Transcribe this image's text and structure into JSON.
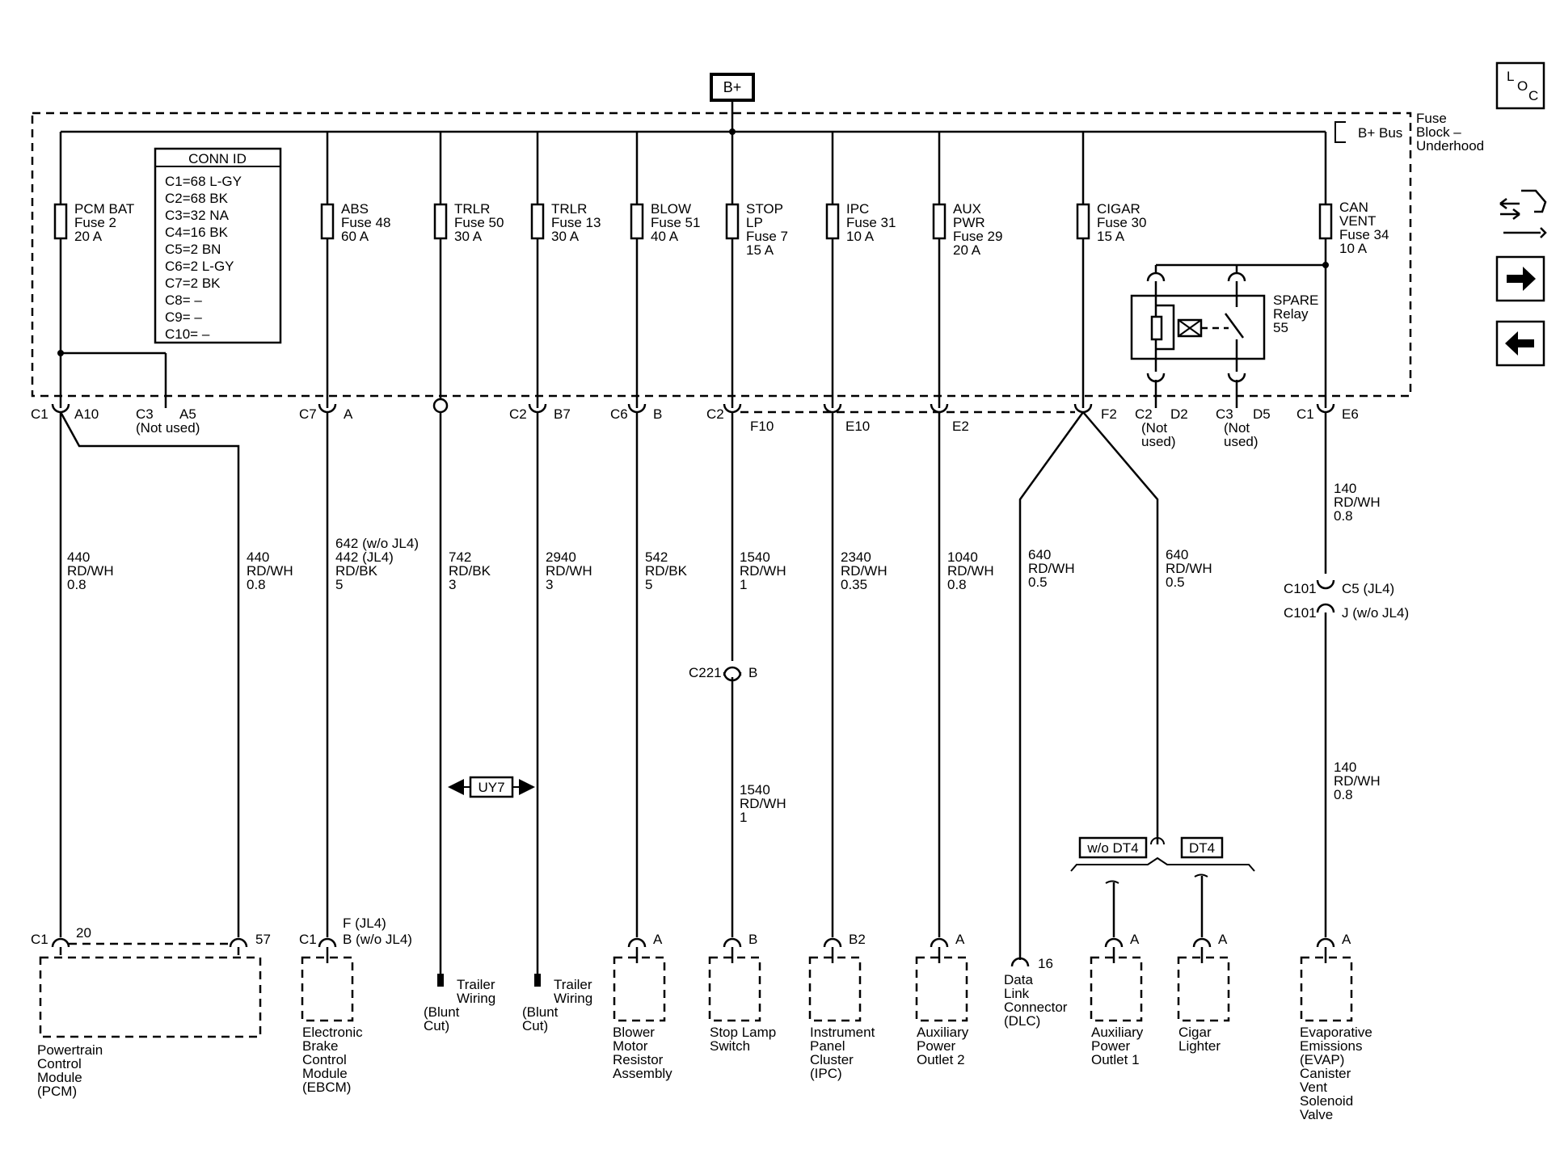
{
  "bplus_label": "B+",
  "fuse_block": {
    "bus_label": "B+ Bus",
    "title": [
      "Fuse",
      "Block –",
      "Underhood"
    ]
  },
  "conn_id": {
    "title": "CONN ID",
    "rows": [
      "C1=68 L-GY",
      "C2=68 BK",
      "C3=32 NA",
      "C4=16 BK",
      "C5=2 BN",
      "C6=2 L-GY",
      "C7=2 BK",
      "C8= –",
      "C9= –",
      "C10= –"
    ]
  },
  "fuses": [
    {
      "name": "PCM BAT",
      "lines": [
        "PCM BAT",
        "Fuse 2",
        "20 A"
      ]
    },
    {
      "name": "ABS",
      "lines": [
        "ABS",
        "Fuse 48",
        "60 A"
      ]
    },
    {
      "name": "TRLR-50",
      "lines": [
        "TRLR",
        "Fuse 50",
        "30 A"
      ]
    },
    {
      "name": "TRLR-13",
      "lines": [
        "TRLR",
        "Fuse 13",
        "30 A"
      ]
    },
    {
      "name": "BLOW",
      "lines": [
        "BLOW",
        "Fuse 51",
        "40 A"
      ]
    },
    {
      "name": "STOP LP",
      "lines": [
        "STOP",
        "LP",
        "Fuse 7",
        "15 A"
      ]
    },
    {
      "name": "IPC",
      "lines": [
        "IPC",
        "Fuse 31",
        "10 A"
      ]
    },
    {
      "name": "AUX PWR",
      "lines": [
        "AUX",
        "PWR",
        "Fuse 29",
        "20 A"
      ]
    },
    {
      "name": "CIGAR",
      "lines": [
        "CIGAR",
        "Fuse 30",
        "15 A"
      ]
    },
    {
      "name": "CAN VENT",
      "lines": [
        "CAN",
        "VENT",
        "Fuse 34",
        "10 A"
      ]
    }
  ],
  "relay": {
    "lines": [
      "SPARE",
      "Relay",
      "55"
    ]
  },
  "connector_labels": {
    "c1_a10": [
      "C1",
      "A10"
    ],
    "c3_a5": [
      "C3",
      "A5"
    ],
    "not_used": "(Not used)",
    "c7_a": [
      "C7",
      "A"
    ],
    "c2_b7": [
      "C2",
      "B7"
    ],
    "c6_b": [
      "C6",
      "B"
    ],
    "c2_f10": [
      "C2",
      "F10"
    ],
    "e10": "E10",
    "e2": "E2",
    "f2": "F2",
    "c2_d2": [
      "C2",
      "D2"
    ],
    "c3_d5": [
      "C3",
      "D5"
    ],
    "not_used_2": [
      "(Not",
      "used)"
    ],
    "c1_e6": [
      "C1",
      "E6"
    ]
  },
  "wires": [
    {
      "lines": [
        "440",
        "RD/WH",
        "0.8"
      ]
    },
    {
      "lines": [
        "440",
        "RD/WH",
        "0.8"
      ]
    },
    {
      "lines": [
        "642 (w/o JL4)",
        "442 (JL4)",
        "RD/BK",
        "5"
      ]
    },
    {
      "lines": [
        "742",
        "RD/BK",
        "3"
      ]
    },
    {
      "lines": [
        "2940",
        "RD/WH",
        "3"
      ]
    },
    {
      "lines": [
        "542",
        "RD/BK",
        "5"
      ]
    },
    {
      "lines": [
        "1540",
        "RD/WH",
        "1"
      ]
    },
    {
      "lines": [
        "2340",
        "RD/WH",
        "0.35"
      ]
    },
    {
      "lines": [
        "1040",
        "RD/WH",
        "0.8"
      ]
    },
    {
      "lines": [
        "640",
        "RD/WH",
        "0.5"
      ]
    },
    {
      "lines": [
        "640",
        "RD/WH",
        "0.5"
      ]
    },
    {
      "lines": [
        "140",
        "RD/WH",
        "0.8"
      ]
    },
    {
      "lines": [
        "1540",
        "RD/WH",
        "1"
      ]
    },
    {
      "lines": [
        "140",
        "RD/WH",
        "0.8"
      ]
    }
  ],
  "inline": {
    "c221": [
      "C221",
      "B"
    ],
    "c101_a": [
      "C101",
      "C5 (JL4)"
    ],
    "c101_b": [
      "C101",
      "J (w/o JL4)"
    ],
    "uy7": "UY7",
    "wo_dt4": "w/o DT4",
    "dt4": "DT4"
  },
  "components": [
    {
      "pins": [
        "C1",
        "20",
        "57"
      ],
      "lines": [
        "Powertrain",
        "Control",
        "Module",
        "(PCM)"
      ]
    },
    {
      "pins": [
        "F (JL4)",
        "C1",
        "B (w/o JL4)"
      ],
      "lines": [
        "Electronic",
        "Brake",
        "Control",
        "Module",
        "(EBCM)"
      ]
    },
    {
      "pins": [],
      "lines": [
        "Trailer",
        "Wiring",
        "(Blunt",
        "Cut)"
      ]
    },
    {
      "pins": [],
      "lines": [
        "Trailer",
        "Wiring",
        "(Blunt",
        "Cut)"
      ]
    },
    {
      "pins": [
        "A"
      ],
      "lines": [
        "Blower",
        "Motor",
        "Resistor",
        "Assembly"
      ]
    },
    {
      "pins": [
        "B"
      ],
      "lines": [
        "Stop Lamp",
        "Switch"
      ]
    },
    {
      "pins": [
        "B2"
      ],
      "lines": [
        "Instrument",
        "Panel",
        "Cluster",
        "(IPC)"
      ]
    },
    {
      "pins": [
        "A"
      ],
      "lines": [
        "Auxiliary",
        "Power",
        "Outlet 2"
      ]
    },
    {
      "pins": [
        "16"
      ],
      "lines": [
        "Data",
        "Link",
        "Connector",
        "(DLC)"
      ]
    },
    {
      "pins": [
        "A"
      ],
      "lines": [
        "Auxiliary",
        "Power",
        "Outlet 1"
      ]
    },
    {
      "pins": [
        "A"
      ],
      "lines": [
        "Cigar",
        "Lighter"
      ]
    },
    {
      "pins": [
        "A"
      ],
      "lines": [
        "Evaporative",
        "Emissions",
        "(EVAP)",
        "Canister",
        "Vent",
        "Solenoid",
        "Valve"
      ]
    }
  ],
  "nav": {
    "loc_letters": [
      "L",
      "O",
      "C"
    ],
    "icons": [
      "connector-service-icon",
      "arrow-right-icon",
      "arrow-left-icon"
    ]
  }
}
